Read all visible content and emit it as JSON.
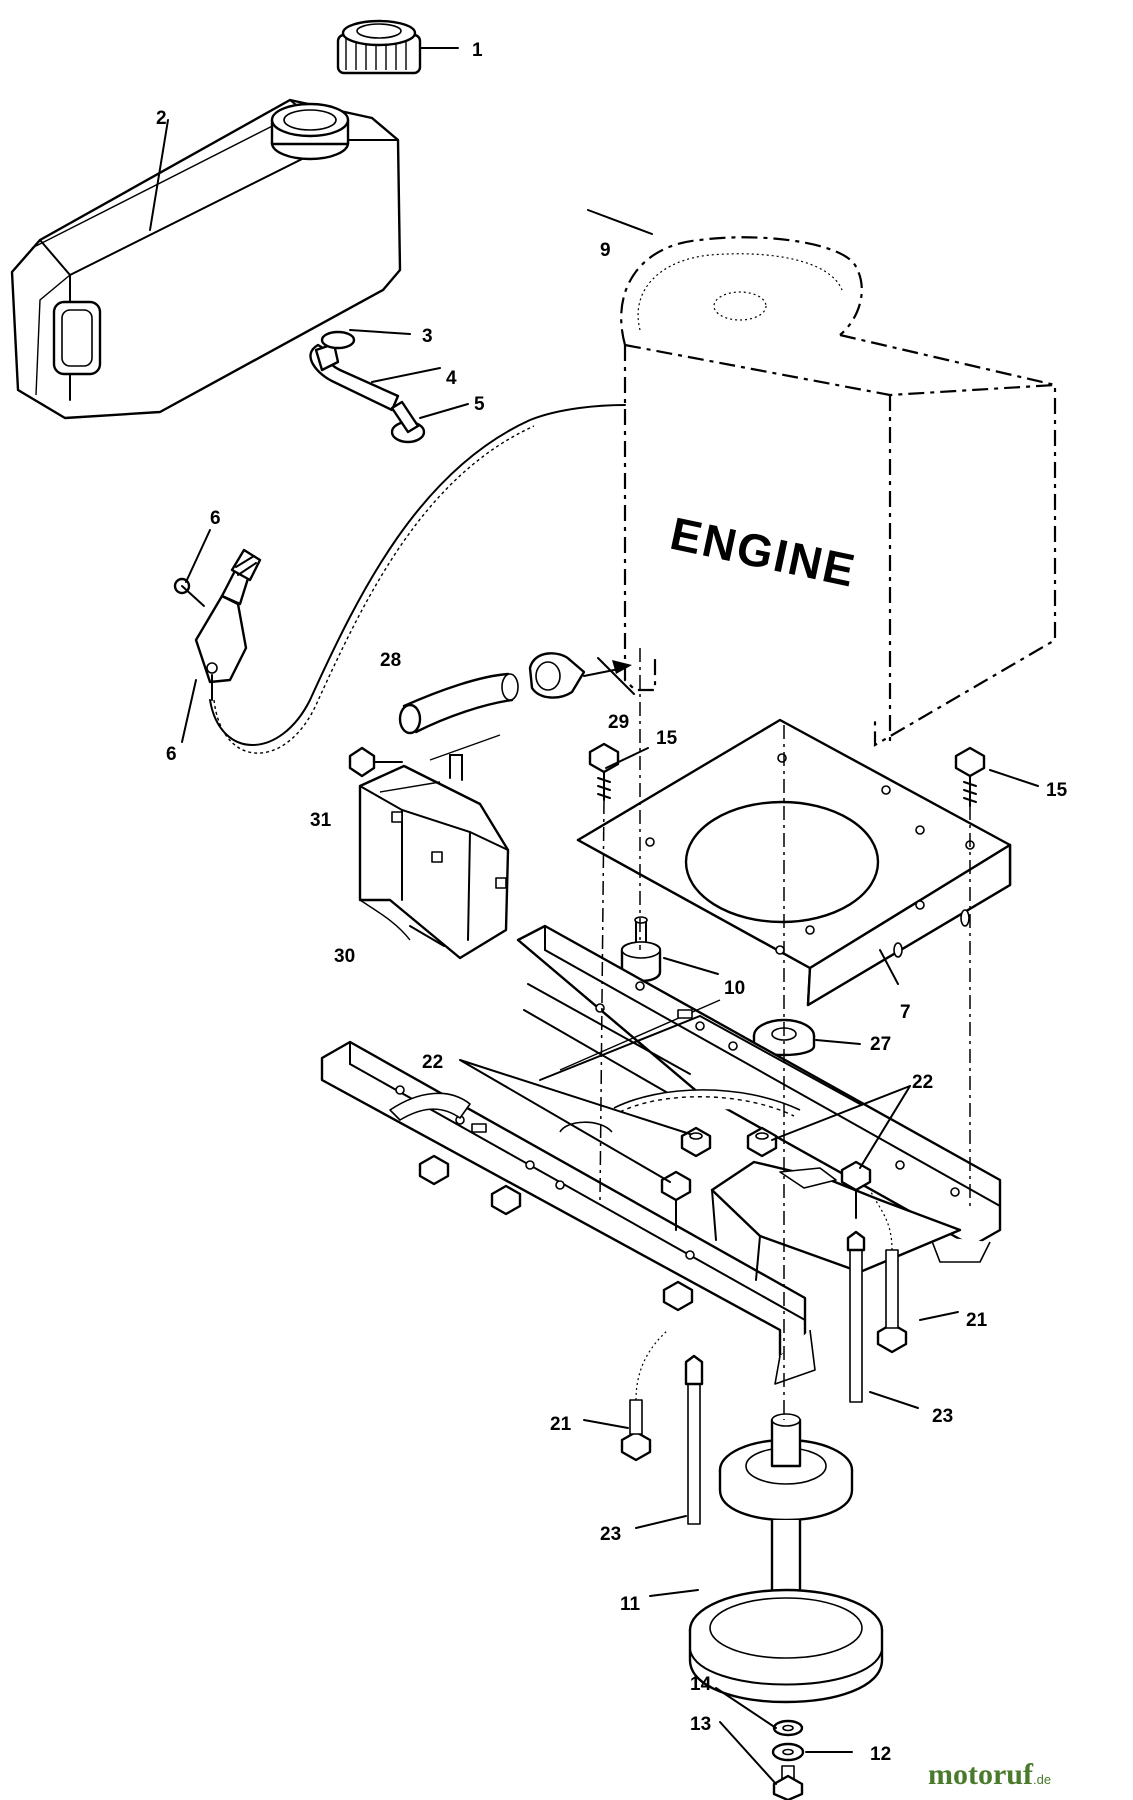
{
  "diagram": {
    "engine_label": "ENGINE",
    "callouts": [
      {
        "id": "c1",
        "label": "1"
      },
      {
        "id": "c2",
        "label": "2"
      },
      {
        "id": "c3",
        "label": "3"
      },
      {
        "id": "c4",
        "label": "4"
      },
      {
        "id": "c5",
        "label": "5"
      },
      {
        "id": "c6a",
        "label": "6"
      },
      {
        "id": "c6b",
        "label": "6"
      },
      {
        "id": "c7",
        "label": "7"
      },
      {
        "id": "c9",
        "label": "9"
      },
      {
        "id": "c10",
        "label": "10"
      },
      {
        "id": "c11",
        "label": "11"
      },
      {
        "id": "c12",
        "label": "12"
      },
      {
        "id": "c13",
        "label": "13"
      },
      {
        "id": "c14",
        "label": "14"
      },
      {
        "id": "c15a",
        "label": "15"
      },
      {
        "id": "c15b",
        "label": "15"
      },
      {
        "id": "c21a",
        "label": "21"
      },
      {
        "id": "c21b",
        "label": "21"
      },
      {
        "id": "c22a",
        "label": "22"
      },
      {
        "id": "c22b",
        "label": "22"
      },
      {
        "id": "c23a",
        "label": "23"
      },
      {
        "id": "c23b",
        "label": "23"
      },
      {
        "id": "c27",
        "label": "27"
      },
      {
        "id": "c28",
        "label": "28"
      },
      {
        "id": "c29",
        "label": "29"
      },
      {
        "id": "c30",
        "label": "30"
      },
      {
        "id": "c31",
        "label": "31"
      }
    ]
  },
  "watermark": {
    "brand": "motoruf",
    "domain_suffix": ".de"
  }
}
